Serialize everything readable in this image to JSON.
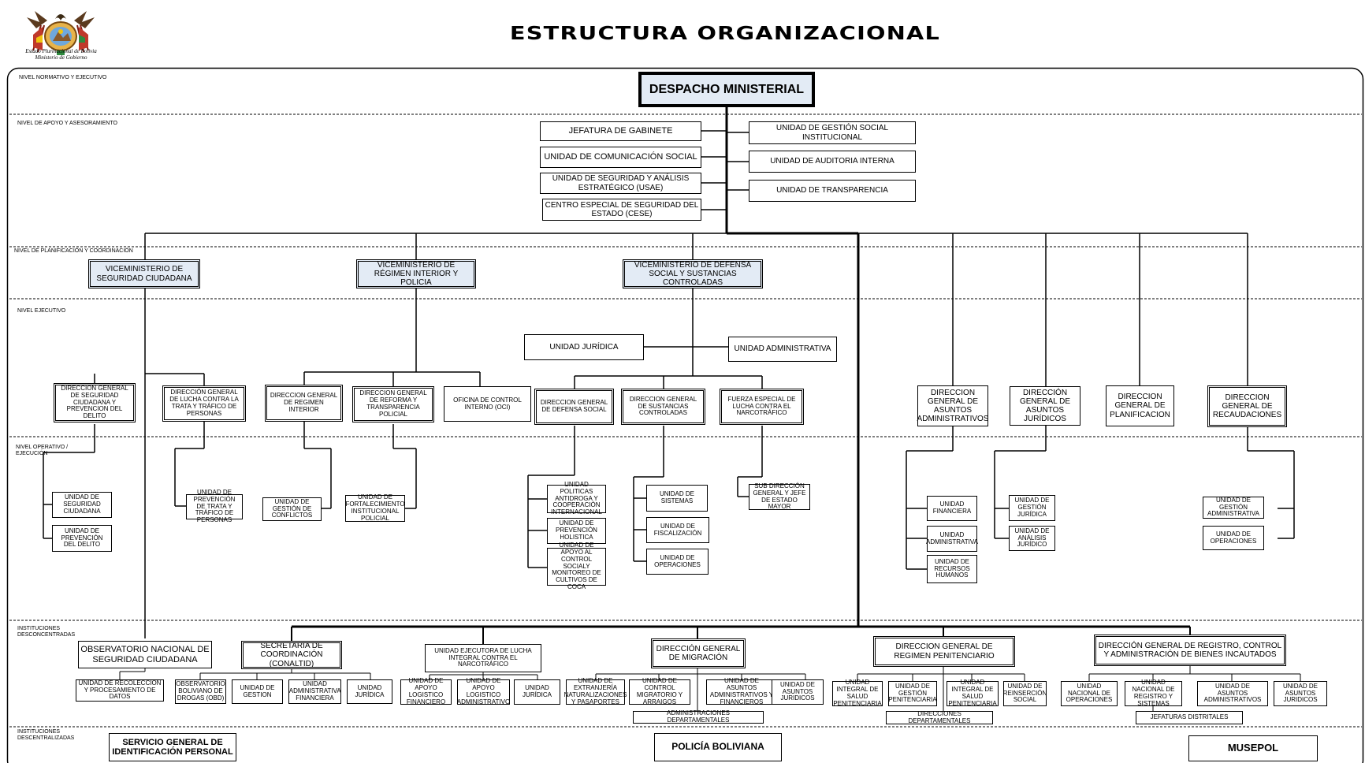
{
  "title": "ESTRUCTURA ORGANIZACIONAL",
  "seal_caption": [
    "Estado Plurinacional de Bolivia",
    "Ministerio de Gobierno"
  ],
  "levels": {
    "normativo": "NIVEL NORMATIVO Y EJECUTIVO",
    "apoyo": "NIVEL DE APOYO Y ASESORAMIENTO",
    "planificacion": "NIVEL DE PLANIFICACIÓN Y COORDINACIÓN",
    "ejecutivo": "NIVEL EJECUTIVO",
    "operativo": "NIVEL  OPERATIVO / EJECUCIÓN",
    "desconcentradas": "INSTITUCIONES DESCONCENTRADAS",
    "descentralizadas": "INSTITUCIONES DESCENTRALIZADAS"
  },
  "despacho": "DESPACHO MINISTERIAL",
  "apoyo_left": [
    "JEFATURA DE GABINETE",
    "UNIDAD DE COMUNICACIÓN SOCIAL",
    "UNIDAD DE SEGURIDAD Y ANÁLISIS ESTRATÉGICO (USAE)",
    "CENTRO ESPECIAL DE SEGURIDAD DEL ESTADO (CESE)"
  ],
  "apoyo_right": [
    "UNIDAD DE GESTIÓN SOCIAL INSTITUCIONAL",
    "UNIDAD DE AUDITORIA INTERNA",
    "UNIDAD DE TRANSPARENCIA"
  ],
  "viceministerios": [
    "VICEMINISTERIO DE SEGURIDAD CIUDADANA",
    "VICEMINISTERIO DE RÉGIMEN INTERIOR Y POLICIA",
    "VICEMINISTERIO DE DEFENSA SOCIAL Y SUSTANCIAS CONTROLADAS"
  ],
  "unidad_juridica": "UNIDAD  JURÍDICA",
  "unidad_administrativa": "UNIDAD ADMINISTRATIVA",
  "direcciones_vsc": [
    "DIRECCION GENERAL DE SEGURIDAD CIUDADANA Y PREVENCION DEL DELITO",
    "DIRECCIÓN GENERAL DE LUCHA CONTRA LA TRATA Y TRÁFICO DE PERSONAS"
  ],
  "direcciones_vri": [
    "DIRECCION GENERAL DE REGIMEN INTERIOR",
    "DIRECCION GENERAL DE REFORMA Y TRANSPARENCIA POLICIAL",
    "OFICINA DE CONTROL INTERNO (OCI)"
  ],
  "direcciones_vds": [
    "DIRECCION GENERAL DE DEFENSA SOCIAL",
    "DIRECCION GENERAL DE SUSTANCIAS CONTROLADAS",
    "FUERZA ESPECIAL DE LUCHA CONTRA EL NARCOTRÁFICO"
  ],
  "direcciones_right": [
    "DIRECCION GENERAL DE ASUNTOS ADMINISTRATIVOS",
    "DIRECCIÓN GENERAL DE ASUNTOS JURÍDICOS",
    "DIRECCION GENERAL DE PLANIFICACION",
    "DIRECCION GENERAL DE RECAUDACIONES"
  ],
  "op_seguridad": [
    "UNIDAD DE SEGURIDAD CIUDADANA",
    "UNIDAD DE PREVENCIÓN DEL DELITO"
  ],
  "op_trata": "UNIDAD DE PREVENCIÓN DE TRATA Y TRÁFICO DE PERSONAS",
  "op_conflictos": "UNIDAD DE GESTIÓN DE CONFLICTOS",
  "op_fortalecimiento": "UNIDAD DE FORTALECIMIENTO INSTITUCIONAL POLICIAL",
  "op_defensa": [
    "UNIDAD POLITICAS ANTIDROGA Y COOPERACIÓN INTERNACIONAL",
    "UNIDAD DE PREVENCIÓN HOLISTICA",
    "UNIDAD DE APOYO AL CONTROL SOCIALY MONITOREO DE CULTIVOS DE COCA"
  ],
  "op_sustancias": [
    "UNIDAD DE SISTEMAS",
    "UNIDAD DE FISCALIZACIÓN",
    "UNIDAD DE OPERACIONES"
  ],
  "op_felcn": "SUB DIRECCIÓN GENERAL Y JEFE DE ESTADO MAYOR",
  "op_admin": [
    "UNIDAD FINANCIERA",
    "UNIDAD ADMINISTRATIVA",
    "UNIDAD DE RECURSOS HUMANOS"
  ],
  "op_juridicos": [
    "UNIDAD DE GESTIÓN JURÍDICA",
    "UNIDAD DE ANÁLISIS JURÍDICO"
  ],
  "op_recaudaciones": [
    "UNIDAD DE GESTIÓN ADMINISTRATIVA",
    "UNIDAD DE OPERACIONES"
  ],
  "observatorio": "OBSERVATORIO NACIONAL DE SEGURIDAD CIUDADANA",
  "observatorio_sub": "UNIDAD DE RECOLECCION Y PROCESAMIENTO DE DATOS",
  "conaltid": "SECRETARIA DE COORDINACIÓN (CONALTID)",
  "conaltid_sub": [
    "OBSERVATORIO BOLIVIANO DE DROGAS (OBD)",
    "UNIDAD DE GESTION",
    "UNIDAD ADMINISTRATIVA FINANCIERA",
    "UNIDAD JURÍDICA"
  ],
  "narco": "UNIDAD EJECUTORA DE LUCHA INTEGRAL CONTRA EL NARCOTRÁFICO",
  "narco_sub": [
    "UNIDAD DE APOYO LOGISTICO FINANCIERO",
    "UNIDAD DE APOYO LOGISTICO ADMINISTRATIVO",
    "UNIDAD JURÍDICA"
  ],
  "migracion": "DIRECCIÓN GENERAL DE MIGRACIÓN",
  "migracion_sub": [
    "UNIDAD DE EXTRANJERÍA NATURALIZACIONES Y PASAPORTES",
    "UNIDAD DE CONTROL MIGRATORIO Y ARRAIGOS",
    "UNIDAD DE ASUNTOS ADMINISTRATIVOS Y FINANCIEROS",
    "UNIDAD DE ASUNTOS JURIDICOS"
  ],
  "migracion_dep": "ADMINISTRACIONES DEPARTAMENTALES",
  "penitenciario": "DIRECCION GENERAL DE REGIMEN PENITENCIARIO",
  "penitenciario_sub": [
    "UNIDAD INTEGRAL DE SALUD PENITENCIARIA",
    "UNIDAD DE GESTIÓN PENITENCIARIA",
    "UNIDAD INTEGRAL DE SALUD PENITENCIARIA",
    "UNIDAD DE REINSERCIÓN SOCIAL"
  ],
  "penitenciario_dep": "DIRECCIONES DEPARTAMENTALES",
  "bienes": "DIRECCIÓN GENERAL DE REGISTRO, CONTROL Y ADMINISTRACIÓN DE BIENES INCAUTADOS",
  "bienes_sub": [
    "UNIDAD NACIONAL DE OPERACIONES",
    "UNIDAD NACIONAL DE REGISTRO Y SISTEMAS",
    "UNIDAD DE ASUNTOS ADMINISTRATIVOS",
    "UNIDAD DE ASUNTOS JURIDICOS"
  ],
  "bienes_dep": "JEFATURAS DISTRITALES",
  "descentralizadas": [
    "SERVICIO GENERAL DE IDENTIFICACIÓN PERSONAL",
    "POLICÍA BOLIVIANA",
    "MUSEPOL"
  ]
}
